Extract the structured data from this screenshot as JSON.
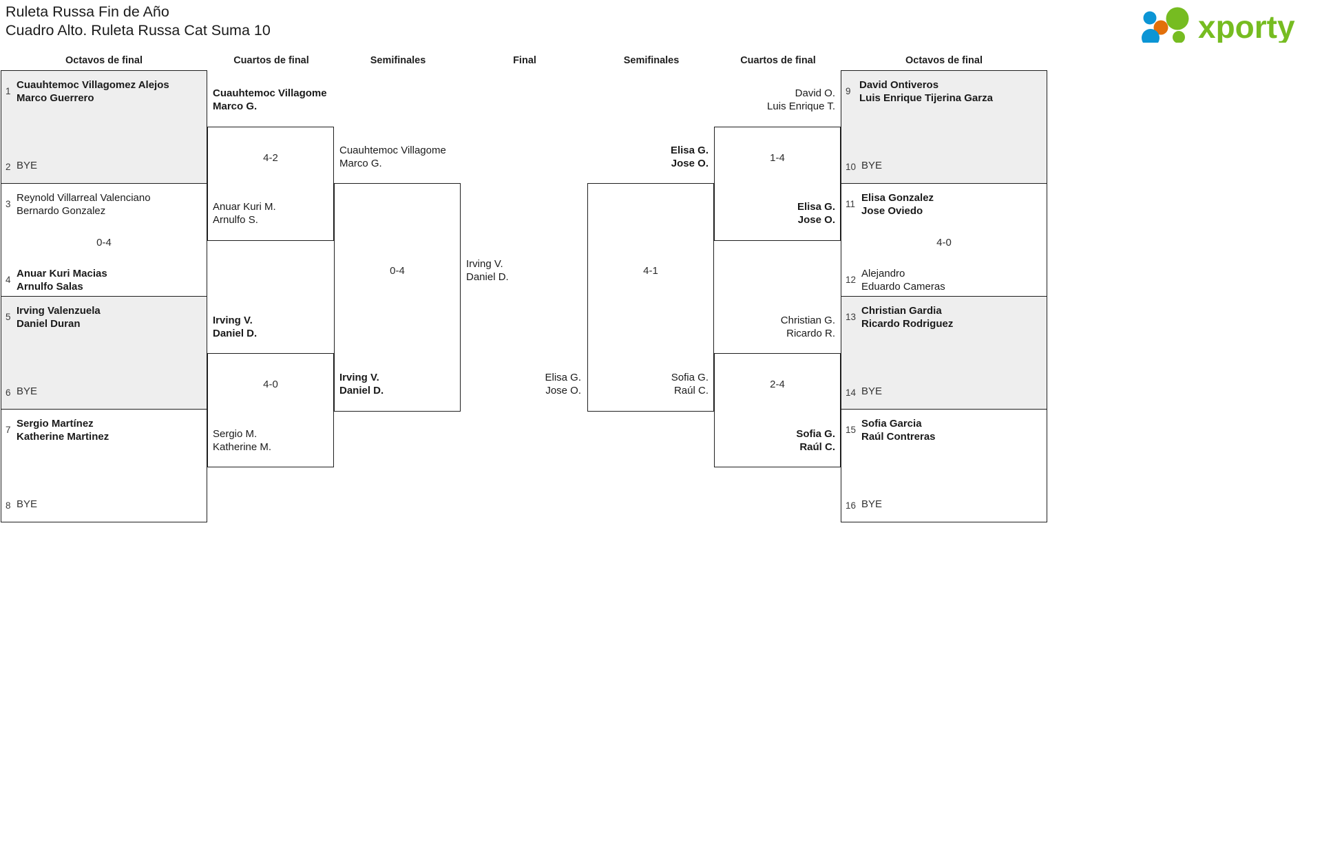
{
  "header": {
    "title_line1": "Ruleta Russa Fin de Año",
    "title_line2": "Cuadro Alto. Ruleta Russa Cat Suma 10",
    "logo_text": "xporty",
    "logo_colors": {
      "green": "#76bc21",
      "blue": "#0b95d5",
      "orange": "#e2700a"
    }
  },
  "round_headers": {
    "left_octavos": "Octavos de final",
    "left_cuartos": "Cuartos de final",
    "left_semis": "Semifinales",
    "final": "Final",
    "right_semis": "Semifinales",
    "right_cuartos": "Cuartos de final",
    "right_octavos": "Octavos de final"
  },
  "bracket": {
    "left": {
      "octavos": [
        {
          "seed": "1",
          "line1": "Cuauhtemoc Villagomez Alejos",
          "line2": "Marco Guerrero",
          "winner": true,
          "shaded": true
        },
        {
          "seed": "2",
          "line1": "BYE",
          "line2": "",
          "winner": false,
          "shaded": true
        },
        {
          "seed": "3",
          "line1": "Reynold Villarreal Valenciano",
          "line2": "Bernardo Gonzalez",
          "winner": false,
          "shaded": false
        },
        {
          "seed": "4",
          "line1": "Anuar Kuri Macias",
          "line2": "Arnulfo Salas",
          "winner": true,
          "shaded": false
        },
        {
          "seed": "5",
          "line1": "Irving Valenzuela",
          "line2": "Daniel Duran",
          "winner": true,
          "shaded": true
        },
        {
          "seed": "6",
          "line1": "BYE",
          "line2": "",
          "winner": false,
          "shaded": true
        },
        {
          "seed": "7",
          "line1": "Sergio Martínez",
          "line2": "Katherine Martinez",
          "winner": true,
          "shaded": false
        },
        {
          "seed": "8",
          "line1": "BYE",
          "line2": "",
          "winner": false,
          "shaded": false
        }
      ],
      "octavos_scores": [
        "",
        "0-4",
        "",
        ""
      ],
      "cuartos": [
        {
          "line1": "Cuauhtemoc Villagome",
          "line2": "Marco G.",
          "winner": true
        },
        {
          "line1": "Anuar Kuri M.",
          "line2": "Arnulfo S.",
          "winner": false
        },
        {
          "line1": "Irving V.",
          "line2": "Daniel D.",
          "winner": true
        },
        {
          "line1": "Sergio M.",
          "line2": "Katherine M.",
          "winner": false
        }
      ],
      "cuartos_scores": [
        "4-2",
        "4-0"
      ],
      "semis": [
        {
          "line1": "Cuauhtemoc Villagome",
          "line2": "Marco G.",
          "winner": false
        },
        {
          "line1": "Irving V.",
          "line2": "Daniel D.",
          "winner": true
        }
      ],
      "semis_score": "0-4",
      "finalist": {
        "line1": "Irving V.",
        "line2": "Daniel D.",
        "winner": false
      }
    },
    "right": {
      "octavos": [
        {
          "seed": "9",
          "line1": "David Ontiveros",
          "line2": "Luis Enrique Tijerina Garza",
          "winner": true,
          "shaded": true
        },
        {
          "seed": "10",
          "line1": "BYE",
          "line2": "",
          "winner": false,
          "shaded": true
        },
        {
          "seed": "11",
          "line1": "Elisa Gonzalez",
          "line2": "Jose Oviedo",
          "winner": true,
          "shaded": false
        },
        {
          "seed": "12",
          "line1": "Alejandro",
          "line2": "Eduardo Cameras",
          "winner": false,
          "shaded": false
        },
        {
          "seed": "13",
          "line1": "Christian Gardia",
          "line2": "Ricardo Rodriguez",
          "winner": true,
          "shaded": true
        },
        {
          "seed": "14",
          "line1": "BYE",
          "line2": "",
          "winner": false,
          "shaded": true
        },
        {
          "seed": "15",
          "line1": "Sofia Garcia",
          "line2": "Raúl Contreras",
          "winner": true,
          "shaded": false
        },
        {
          "seed": "16",
          "line1": "BYE",
          "line2": "",
          "winner": false,
          "shaded": false
        }
      ],
      "octavos_scores": [
        "",
        "4-0",
        "",
        ""
      ],
      "cuartos": [
        {
          "line1": "David O.",
          "line2": "Luis Enrique T.",
          "winner": false
        },
        {
          "line1": "Elisa G.",
          "line2": "Jose O.",
          "winner": true
        },
        {
          "line1": "Christian G.",
          "line2": "Ricardo R.",
          "winner": false
        },
        {
          "line1": "Sofia G.",
          "line2": "Raúl C.",
          "winner": true
        }
      ],
      "cuartos_scores": [
        "1-4",
        "2-4"
      ],
      "semis": [
        {
          "line1": "Elisa G.",
          "line2": "Jose O.",
          "winner": true
        },
        {
          "line1": "Sofia G.",
          "line2": "Raúl C.",
          "winner": false
        }
      ],
      "semis_score": "4-1",
      "finalist": {
        "line1": "Elisa G.",
        "line2": "Jose O.",
        "winner": false
      }
    }
  }
}
